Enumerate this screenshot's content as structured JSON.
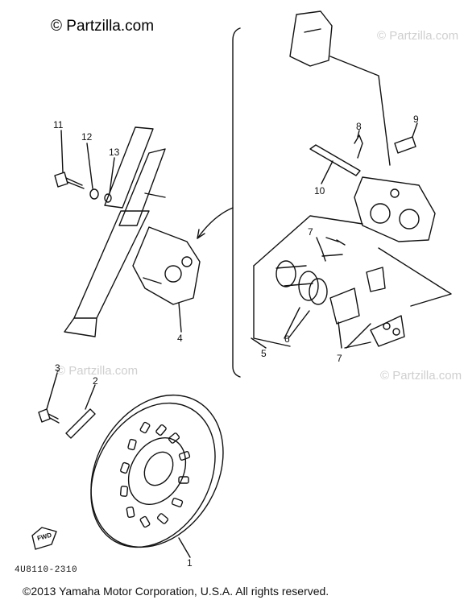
{
  "watermark": {
    "primary": "© Partzilla.com",
    "faint": "© Partzilla.com"
  },
  "diagram_code": "4U8110-2310",
  "copyright": "©2013 Yamaha Motor Corporation, U.S.A. All rights reserved.",
  "callouts": [
    "1",
    "2",
    "3",
    "4",
    "5",
    "6",
    "7",
    "7",
    "8",
    "9",
    "10",
    "11",
    "12",
    "13"
  ],
  "fwd_label": "FWD"
}
